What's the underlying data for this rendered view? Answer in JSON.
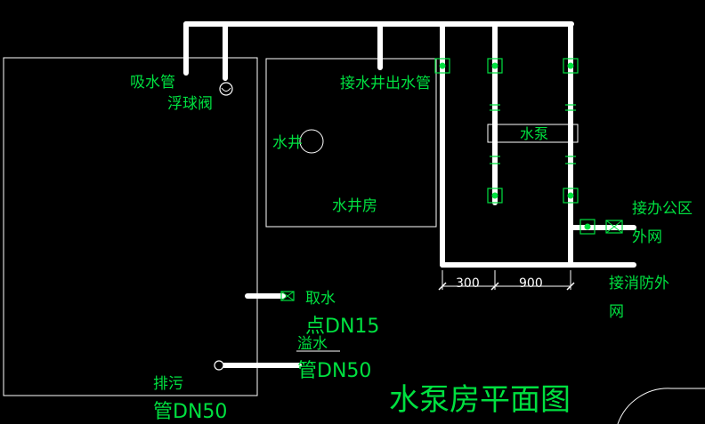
{
  "drawing": {
    "title": "水泵房平面图",
    "colors": {
      "background": "#000000",
      "pipe": "#ffffff",
      "annotation": "#00e040"
    }
  },
  "labels": {
    "suction_pipe": "吸水管",
    "float_valve": "浮球阀",
    "well_outlet": "接水井出水管",
    "water_well": "水井",
    "well_house": "水井房",
    "pump": "水泵",
    "office_supply_line1": "接办公区",
    "office_supply_line2": "外网",
    "fire_supply_line1": "接消防外",
    "fire_supply_line2": "网",
    "sampling_line1": "取水",
    "sampling_line2": "点DN15",
    "overflow_line1": "溢水",
    "overflow_line2": "管DN50",
    "drain_line1": "排污",
    "drain_line2": "管DN50"
  },
  "dimensions": {
    "dim_a": "300",
    "dim_b": "900"
  }
}
